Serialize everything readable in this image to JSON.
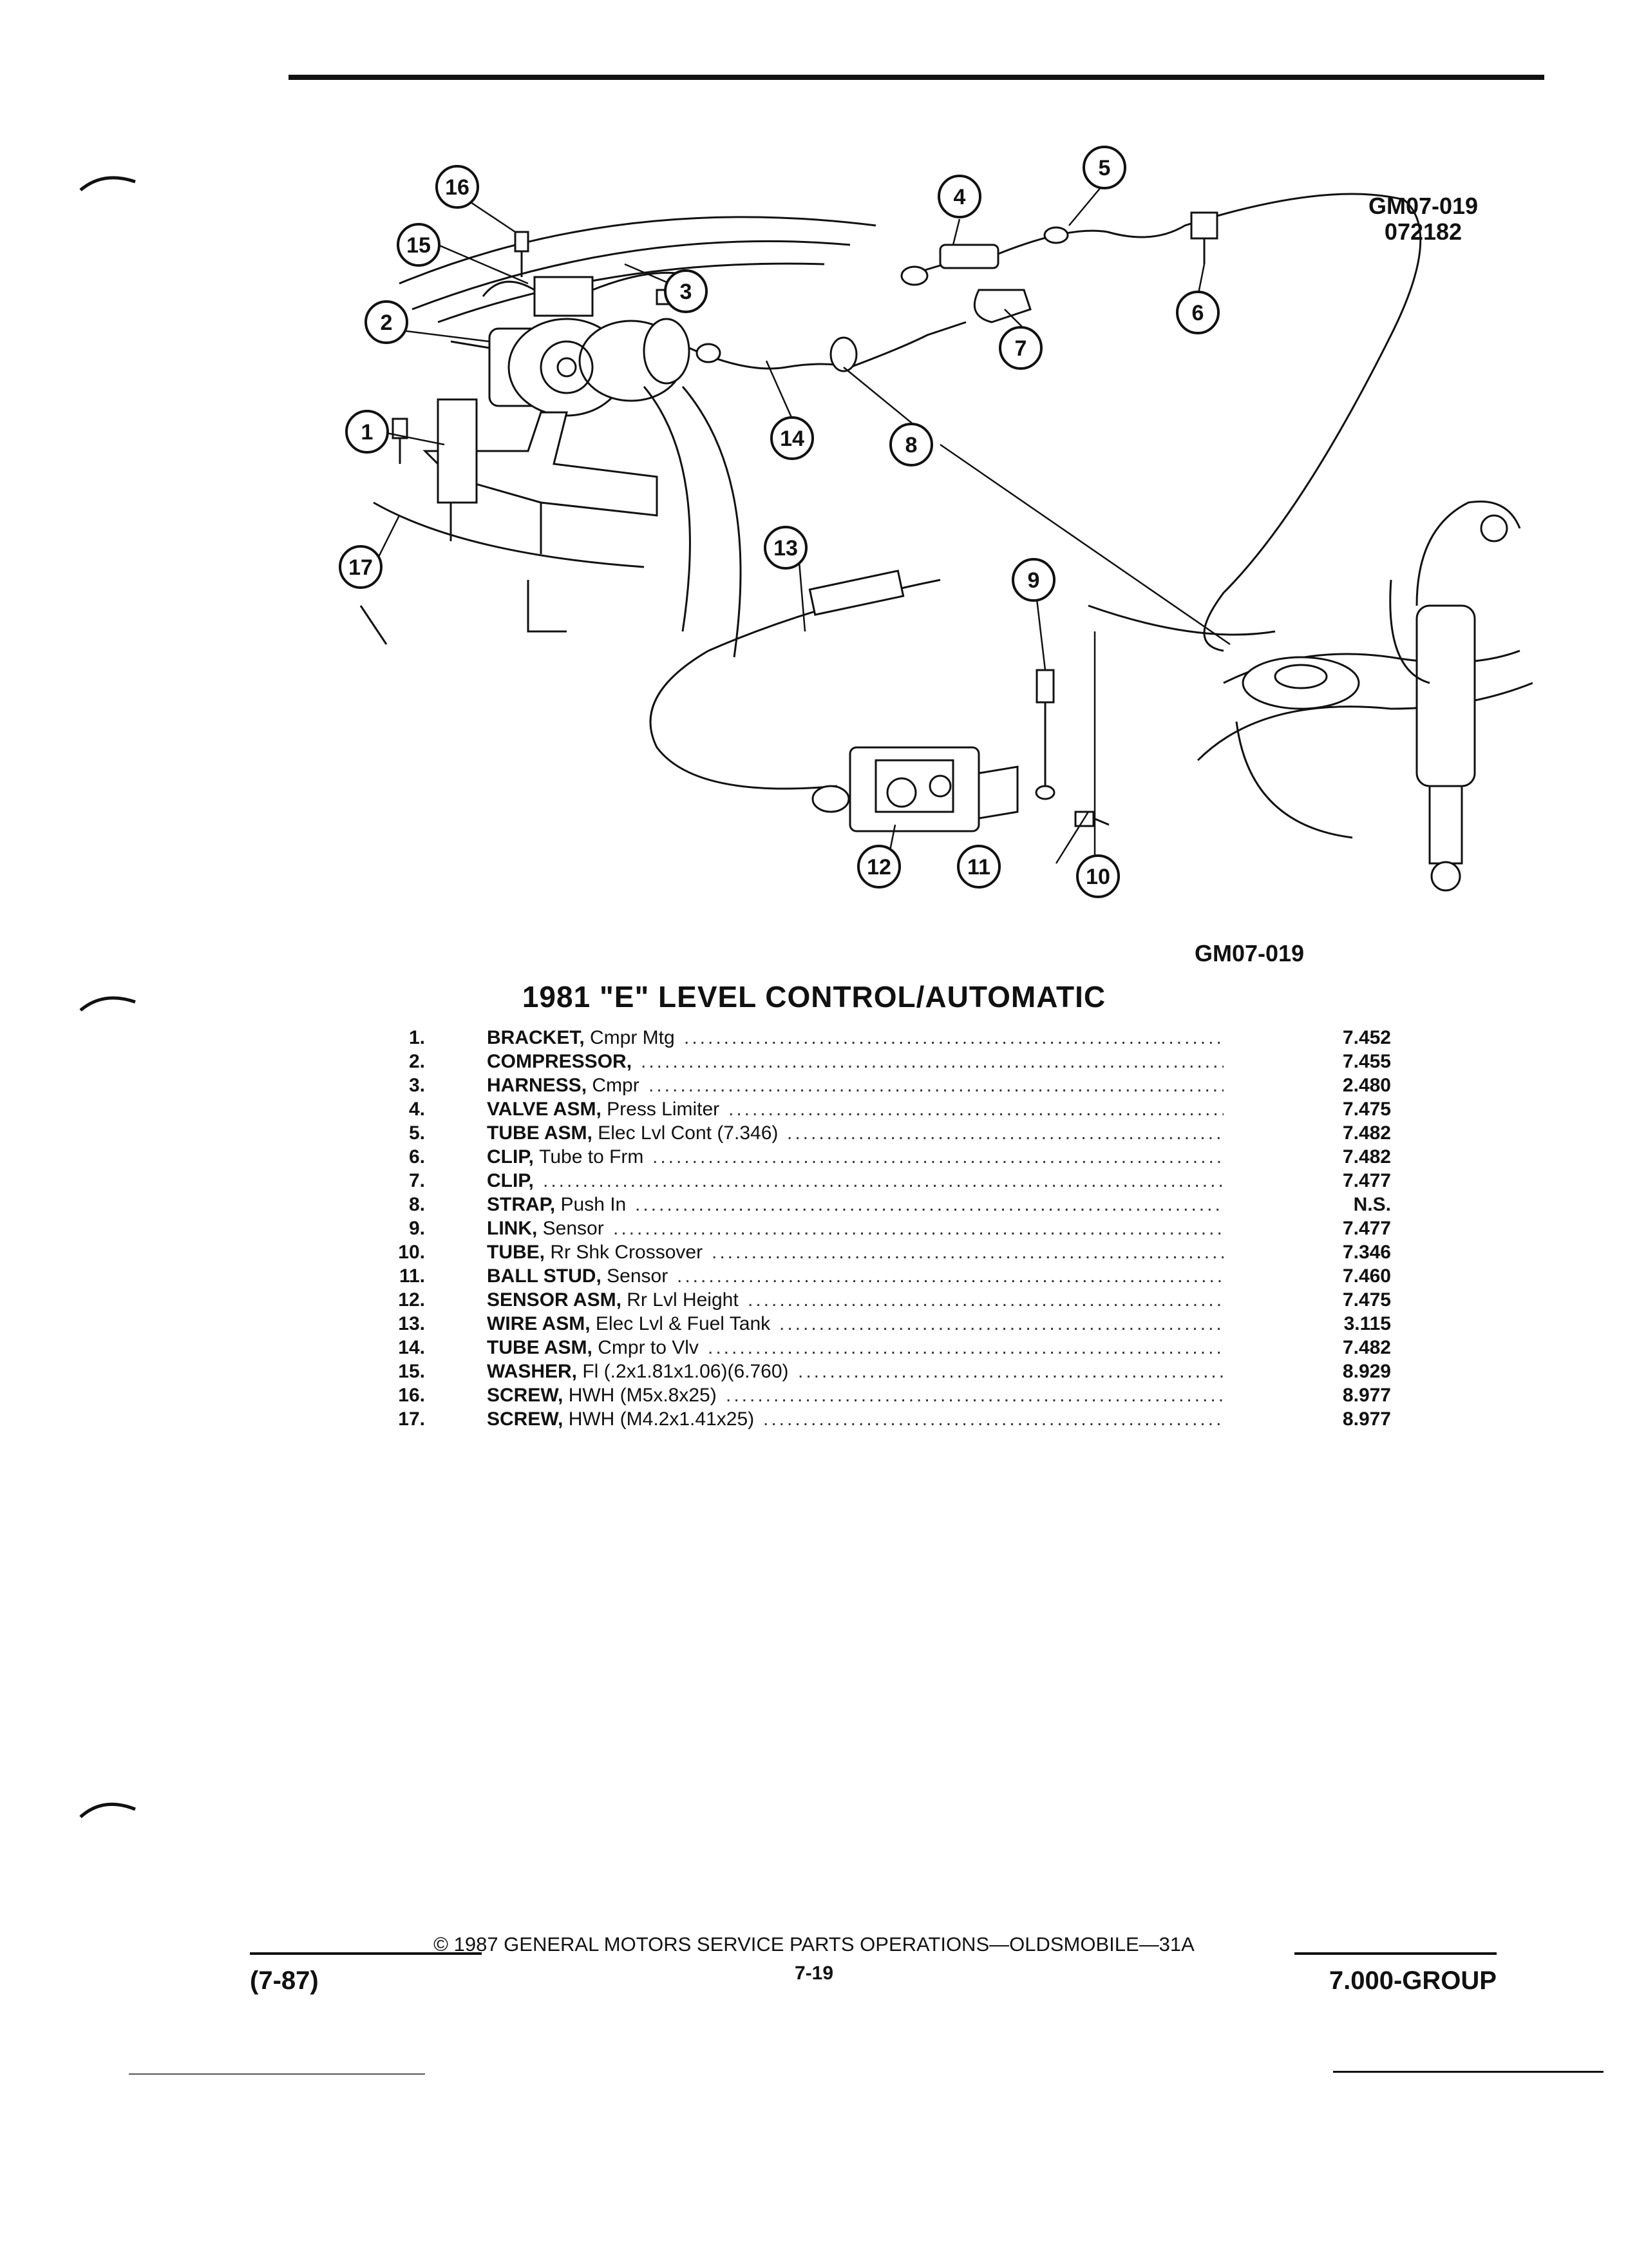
{
  "figure": {
    "code_top": "GM07-019",
    "date_code": "072182",
    "code_bottom": "GM07-019",
    "callouts": [
      "1",
      "2",
      "3",
      "4",
      "5",
      "6",
      "7",
      "8",
      "9",
      "10",
      "11",
      "12",
      "13",
      "14",
      "15",
      "16",
      "17"
    ]
  },
  "title": "1981 \"E\" LEVEL CONTROL/AUTOMATIC",
  "parts": [
    {
      "num": "1.",
      "name": "BRACKET,",
      "desc": "Cmpr Mtg",
      "ref": "7.452"
    },
    {
      "num": "2.",
      "name": "COMPRESSOR,",
      "desc": "",
      "ref": "7.455"
    },
    {
      "num": "3.",
      "name": "HARNESS,",
      "desc": "Cmpr",
      "ref": "2.480"
    },
    {
      "num": "4.",
      "name": "VALVE ASM,",
      "desc": "Press Limiter",
      "ref": "7.475"
    },
    {
      "num": "5.",
      "name": "TUBE ASM,",
      "desc": "Elec Lvl Cont (7.346)",
      "ref": "7.482"
    },
    {
      "num": "6.",
      "name": "CLIP,",
      "desc": "Tube to Frm",
      "ref": "7.482"
    },
    {
      "num": "7.",
      "name": "CLIP,",
      "desc": "",
      "ref": "7.477"
    },
    {
      "num": "8.",
      "name": "STRAP,",
      "desc": "Push In",
      "ref": "N.S."
    },
    {
      "num": "9.",
      "name": "LINK,",
      "desc": "Sensor",
      "ref": "7.477"
    },
    {
      "num": "10.",
      "name": "TUBE,",
      "desc": "Rr Shk Crossover",
      "ref": "7.346"
    },
    {
      "num": "11.",
      "name": "BALL STUD,",
      "desc": "Sensor",
      "ref": "7.460"
    },
    {
      "num": "12.",
      "name": "SENSOR ASM,",
      "desc": "Rr Lvl Height",
      "ref": "7.475"
    },
    {
      "num": "13.",
      "name": "WIRE ASM,",
      "desc": "Elec Lvl & Fuel Tank",
      "ref": "3.115"
    },
    {
      "num": "14.",
      "name": "TUBE ASM,",
      "desc": "Cmpr to Vlv",
      "ref": "7.482"
    },
    {
      "num": "15.",
      "name": "WASHER,",
      "desc": "Fl (.2x1.81x1.06)(6.760)",
      "ref": "8.929"
    },
    {
      "num": "16.",
      "name": "SCREW,",
      "desc": "HWH (M5x.8x25)",
      "ref": "8.977"
    },
    {
      "num": "17.",
      "name": "SCREW,",
      "desc": "HWH (M4.2x1.41x25)",
      "ref": "8.977"
    }
  ],
  "footer": {
    "left": "(7-87)",
    "center": "© 1987 GENERAL MOTORS SERVICE PARTS OPERATIONS—OLDSMOBILE—31A",
    "page": "7-19",
    "right": "7.000-GROUP"
  }
}
